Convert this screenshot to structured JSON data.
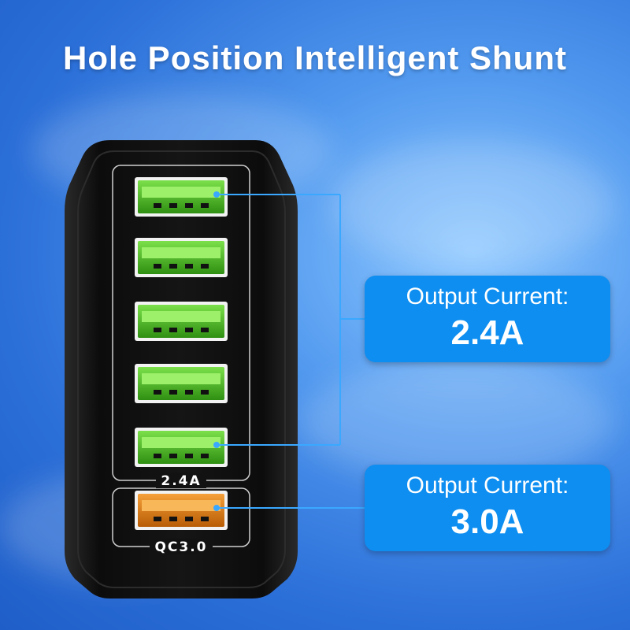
{
  "headline": "Hole Position Intelligent Shunt",
  "port_group_labels": {
    "standard": "2.4A",
    "qc": "QC3.0"
  },
  "callouts": [
    {
      "label": "Output Current:",
      "value": "2.4A"
    },
    {
      "label": "Output Current:",
      "value": "3.0A"
    }
  ],
  "colors": {
    "background": "#2b6fd8",
    "callout": "#0d8ef0",
    "standard_port": "#4cc024",
    "qc_port": "#e8840a",
    "charger_body": "#141414"
  },
  "standard_port_count": 5,
  "qc_port_count": 1
}
